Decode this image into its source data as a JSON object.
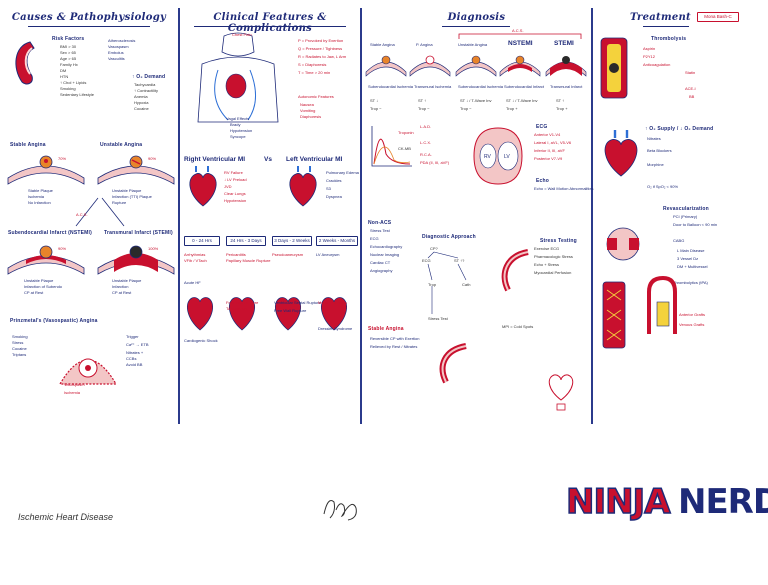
{
  "columns": {
    "causes": {
      "title": "Causes & Pathophysiology",
      "risk_factors_heading": "Risk Factors",
      "risk_factors": [
        "BMI > 30",
        "Sex > 65",
        "Age > 65",
        "Family Hx",
        "DM",
        "HTN",
        "↑ Chol + Lipids",
        "Smoking",
        "Sedentary Lifestyle"
      ],
      "causes_list": [
        "Atherosclerosis",
        "Vasospasm",
        "Embolus",
        "Vasculitis"
      ],
      "demand_heading": "↑ O₂ Demand",
      "demand_list": [
        "Tachycardia",
        "↑ Contractility",
        "Anemia",
        "Hypoxia",
        "Cocaine"
      ],
      "stable_angina": "Stable Angina",
      "unstable_angina": "Unstable Angina",
      "stable_pct": "70%",
      "unstable_pct": "90%",
      "stable_notes": [
        "Stable Plaque",
        "Ischemia",
        "No Infarction"
      ],
      "unstable_notes": [
        "Unstable Plaque",
        "Infarction (TTI) Plaque",
        "Rupture"
      ],
      "acs_label": "A.C.S.",
      "nstemi_title": "Subendocardial Infarct (NSTEMI)",
      "stemi_title": "Transmural Infarct (STEMI)",
      "nstemi_pct": "90%",
      "stemi_pct": "100%",
      "nstemi_notes": [
        "Unstable Plaque",
        "Infarction of Subendo",
        "CP at Rest"
      ],
      "stemi_notes": [
        "Unstable Plaque",
        "Infarction",
        "CP at Rest"
      ],
      "variant_title": "Prinzmetal's (Vasospastic) Angina",
      "variant_left": [
        "Smoking",
        "Stress",
        "Cocaine",
        "Triptans"
      ],
      "variant_center": [
        "Vasospasm",
        "Ischemia"
      ],
      "variant_right": [
        "Trigger",
        "Ca²⁺ → ETB",
        "Nitrates +",
        "CCBs",
        "Avoid BB"
      ]
    },
    "clinical": {
      "title": "Clinical Features & Complications",
      "chest_pain": "Chest Pain",
      "features": [
        "P = Provoked by Exertion",
        "Q = Pressure / Tightness",
        "R = Radiates to Jaw, L Arm",
        "S = Diaphoresis",
        "T = Time > 20 min",
        "Autonomic Features",
        "Nausea",
        "Vomiting",
        "Diaphoresis"
      ],
      "vagal_effects": [
        "Vagal Effects",
        "Brady",
        "Hypotension",
        "Syncope"
      ],
      "rv_mi": "Right Ventricular MI",
      "vs": "Vs",
      "lv_mi": "Left Ventricular MI",
      "rv_notes": [
        "RV Failure",
        "↓ LV Preload",
        "JVD",
        "Clear Lungs",
        "Hypotension"
      ],
      "lv_notes": [
        "Pulmonary Edema",
        "Crackles",
        "S3",
        "Dyspnea"
      ],
      "timeline": [
        "0 - 24 Hrs",
        "24 Hrs - 3 Days",
        "3 Days - 2 Weeks",
        "2 Weeks - Months"
      ],
      "complications_a": [
        "Arrhythmias",
        "VFib / VTach",
        "Acute HF",
        "Cardiogenic Shock"
      ],
      "complications_b": [
        "Pericarditis",
        "Papillary Muscle Rupture",
        "Free Wall Rupture",
        "Tamponade"
      ],
      "complications_c": [
        "Pseudoaneurysm",
        "Ventricular Septal Rupture",
        "Free Wall Rupture"
      ],
      "complications_d": [
        "LV Aneurysm",
        "Mural Thrombus",
        "Dressler Syndrome"
      ]
    },
    "diagnosis": {
      "title": "Diagnosis",
      "acs_header": "A.C.S.",
      "types": [
        "Stable Angina",
        "P. Angina",
        "Unstable Angina",
        "NSTEMI",
        "STEMI"
      ],
      "type_notes": [
        "Subendocardial Ischemia",
        "Transmural Ischemia",
        "Subendocardial Ischemia",
        "Subendocardial Infarct",
        "Transmural Infarct"
      ],
      "ecg_rows": [
        "ST ↓",
        "ST ↑",
        "ST ↓ / T-Wave Inv",
        "ST ↓ / T-Wave Inv",
        "ST ↑"
      ],
      "troponin_rows": [
        "Trop −",
        "Trop −",
        "Trop −",
        "Trop +",
        "Trop +"
      ],
      "ecg_leads_title": "ECG",
      "ecg_leads": [
        "Anterior V1-V4",
        "Lateral I, aVL, V5-V6",
        "Inferior II, III, aVF",
        "Posterior V7-V9"
      ],
      "lad_label": "L.A.D.",
      "rca_label": "R.C.A.",
      "lcx_label": "L.C.X.",
      "pda_label": "PDA (II, III, aVF)",
      "troponin_curve": "Troponin",
      "ck_mb": "CK-MB",
      "non_acs_title": "Non-ACS",
      "non_acs_list": [
        "Stress Test",
        "ECG",
        "Echocardiography",
        "Nuclear Imaging",
        "Cardiac CT",
        "Angiography"
      ],
      "diag_approach": "Diagnostic Approach",
      "flow_nodes": [
        "CP?",
        "ECG",
        "ST ↑?",
        "Trop",
        "Cath",
        "Stress Test"
      ],
      "stress_testing": "Stress Testing",
      "stress_list": [
        "Exercise ECG",
        "Pharmacologic Stress",
        "Echo + Stress",
        "Myocardial Perfusion"
      ],
      "echo_note": "Echo = Wall Motion Abnormalities",
      "mpi_note": "MPI = Cold Spots",
      "stable_angina_dx": "Stable Angina",
      "stable_dx_list": [
        "Reversible CP with Exertion",
        "Relieved by Rest / Nitrates"
      ],
      "ecg_section": "ECG",
      "echo_section": "Echo"
    },
    "treatment": {
      "title": "Treatment",
      "tag": "Mona Bash-C",
      "thrombolysis": "Thrombolysis",
      "thrombo_list": [
        "Aspirin",
        "P2Y12",
        "Anticoagulation"
      ],
      "statin": "Statin",
      "ace": "ACE-I",
      "bb": "BB",
      "o2_label": "↑ O₂ Supply / ↓ O₂ Demand",
      "o2_list": [
        "Nitrates",
        "Beta Blockers",
        "Morphine",
        "O₂ if SpO₂ < 90%"
      ],
      "revasc": "Revascularization",
      "revasc_list": [
        "PCI (Primary)",
        "Door to Balloon < 90 min",
        "CABG",
        "Thrombolytics (tPA)"
      ],
      "cabg_list": [
        "L Main Disease",
        "3 Vessel Dz",
        "DM + Multivessel"
      ],
      "anterior_grafts": "Anterior Grafts",
      "venous_grafts": "Venous Grafts"
    }
  },
  "footer": {
    "title": "Ischemic Heart Disease",
    "logo_ninja": "NINJA",
    "logo_nerd": "NERD"
  },
  "colors": {
    "navy": "#1e2a78",
    "red": "#c8102e",
    "orange": "#e8842a",
    "tissue": "#f3c6c6",
    "yellow": "#f4d23c"
  }
}
